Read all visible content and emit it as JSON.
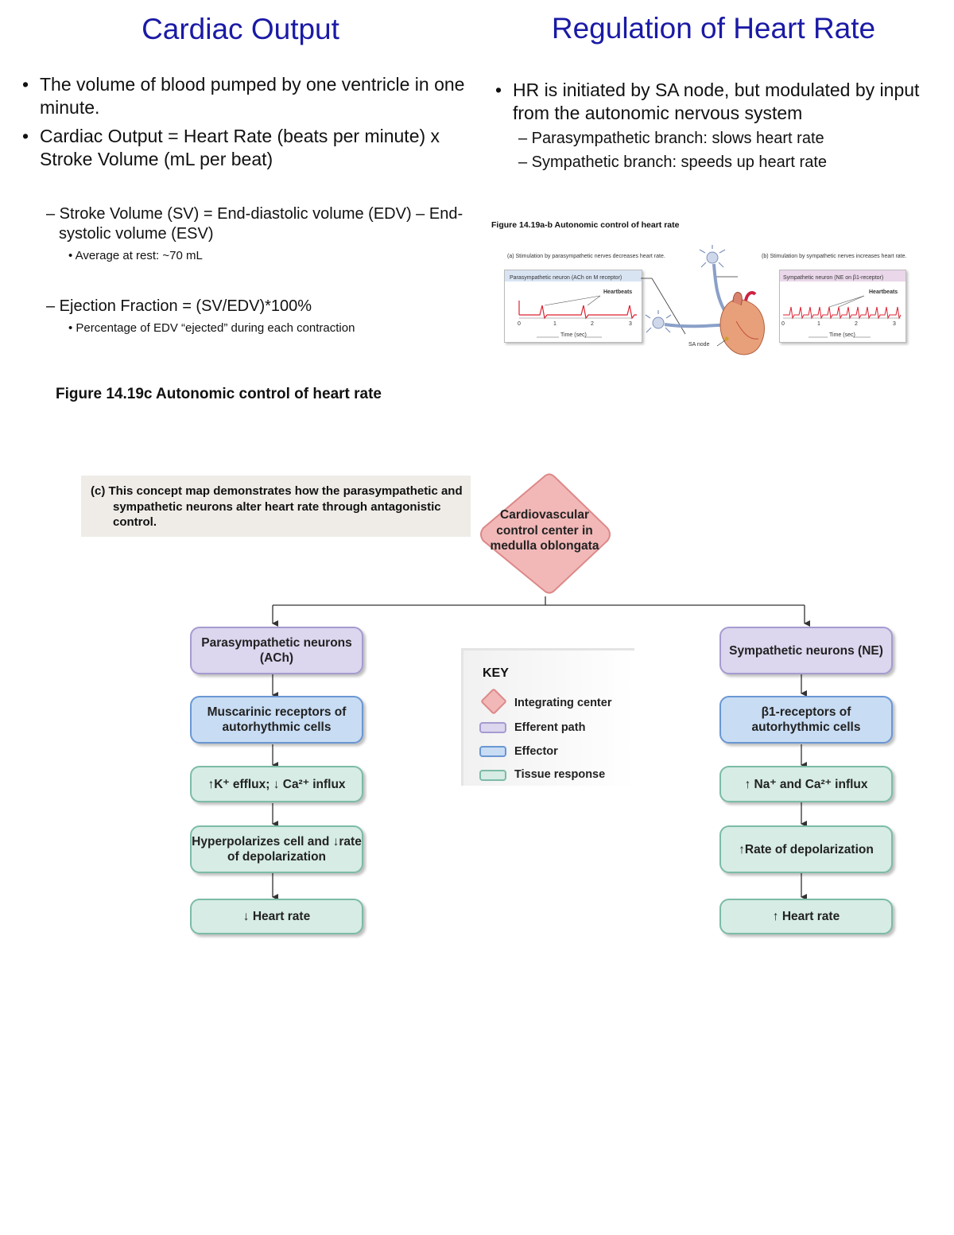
{
  "left": {
    "title": "Cardiac Output",
    "bullets": [
      "The volume of blood pumped by one ventricle in one minute.",
      "Cardiac Output = Heart Rate (beats per minute) x Stroke Volume (mL per beat)"
    ],
    "sv_line": "– Stroke Volume (SV) = End-diastolic volume (EDV) – End-systolic volume (ESV)",
    "sv_sub": "• Average at rest: ~70 mL",
    "ef_line": "– Ejection Fraction = (SV/EDV)*100%",
    "ef_sub": "• Percentage of EDV “ejected” during each contraction",
    "figure_caption": "Figure 14.19c Autonomic control of heart rate"
  },
  "right": {
    "title": "Regulation of Heart Rate",
    "bullet": "HR is initiated by SA node, but modulated by input from the autonomic nervous system",
    "subs": [
      "– Parasympathetic branch: slows heart rate",
      "– Sympathetic branch: speeds up heart rate"
    ],
    "figure_caption": "Figure 14.19a-b Autonomic control of heart rate",
    "panel_a": {
      "caption": "(a) Stimulation by parasympathetic nerves decreases heart rate.",
      "box_title": "Parasympathetic neuron (ACh on M receptor)",
      "heartbeats": "Heartbeats",
      "ticks": [
        "0",
        "1",
        "2",
        "3"
      ],
      "axis": "Time (sec)"
    },
    "panel_b": {
      "caption": "(b) Stimulation by sympathetic nerves increases heart rate.",
      "box_title": "Sympathetic neuron (NE on β1-receptor)",
      "heartbeats": "Heartbeats",
      "ticks": [
        "0",
        "1",
        "2",
        "3"
      ],
      "axis": "Time (sec)"
    },
    "sa_node": "SA node"
  },
  "concept_map": {
    "intro_label": "(c)",
    "intro_text": "This concept map demonstrates how the parasympathetic and sympathetic neurons alter heart rate through antagonistic control.",
    "center": "Cardiovascular control center in medulla oblongata",
    "left_chain": [
      "Parasympathetic neurons (ACh)",
      "Muscarinic receptors of autorhythmic cells",
      "↑K⁺ efflux; ↓ Ca²⁺ influx",
      "Hyperpolarizes cell and ↓rate of depolarization",
      "↓ Heart rate"
    ],
    "right_chain": [
      "Sympathetic neurons (NE)",
      "β1-receptors of autorhythmic cells",
      "↑ Na⁺ and Ca²⁺ influx",
      "↑Rate of depolarization",
      "↑ Heart rate"
    ],
    "key": {
      "title": "KEY",
      "items": [
        "Integrating center",
        "Efferent path",
        "Effector",
        "Tissue response"
      ]
    }
  },
  "colors": {
    "title_blue": "#1a1aa6",
    "integrating": "#f2b8b8",
    "efferent": "#dcd6ee",
    "effector": "#c8dcf3",
    "tissue": "#d6ece4"
  }
}
